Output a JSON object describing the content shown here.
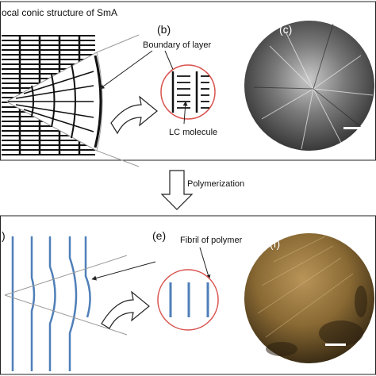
{
  "top_panel": {
    "title": "ocal conic structure of SmA",
    "label_b": "(b)",
    "label_c": "(c)",
    "boundary_label": "Boundary of layer",
    "lc_label": "LC molecule"
  },
  "middle": {
    "polymerization_label": "Polymerization"
  },
  "bottom_panel": {
    "label_d": ")",
    "label_e": "(e)",
    "label_f": "(f)",
    "fibril_label": "Fibril of polymer"
  },
  "colors": {
    "frame": "#222222",
    "layer_black": "#111111",
    "fibril_blue": "#4f7fb8",
    "circle_red": "#d9534f",
    "micrograph_gray": "#5e5e5e",
    "micrograph_gold": "#8b6a33"
  }
}
